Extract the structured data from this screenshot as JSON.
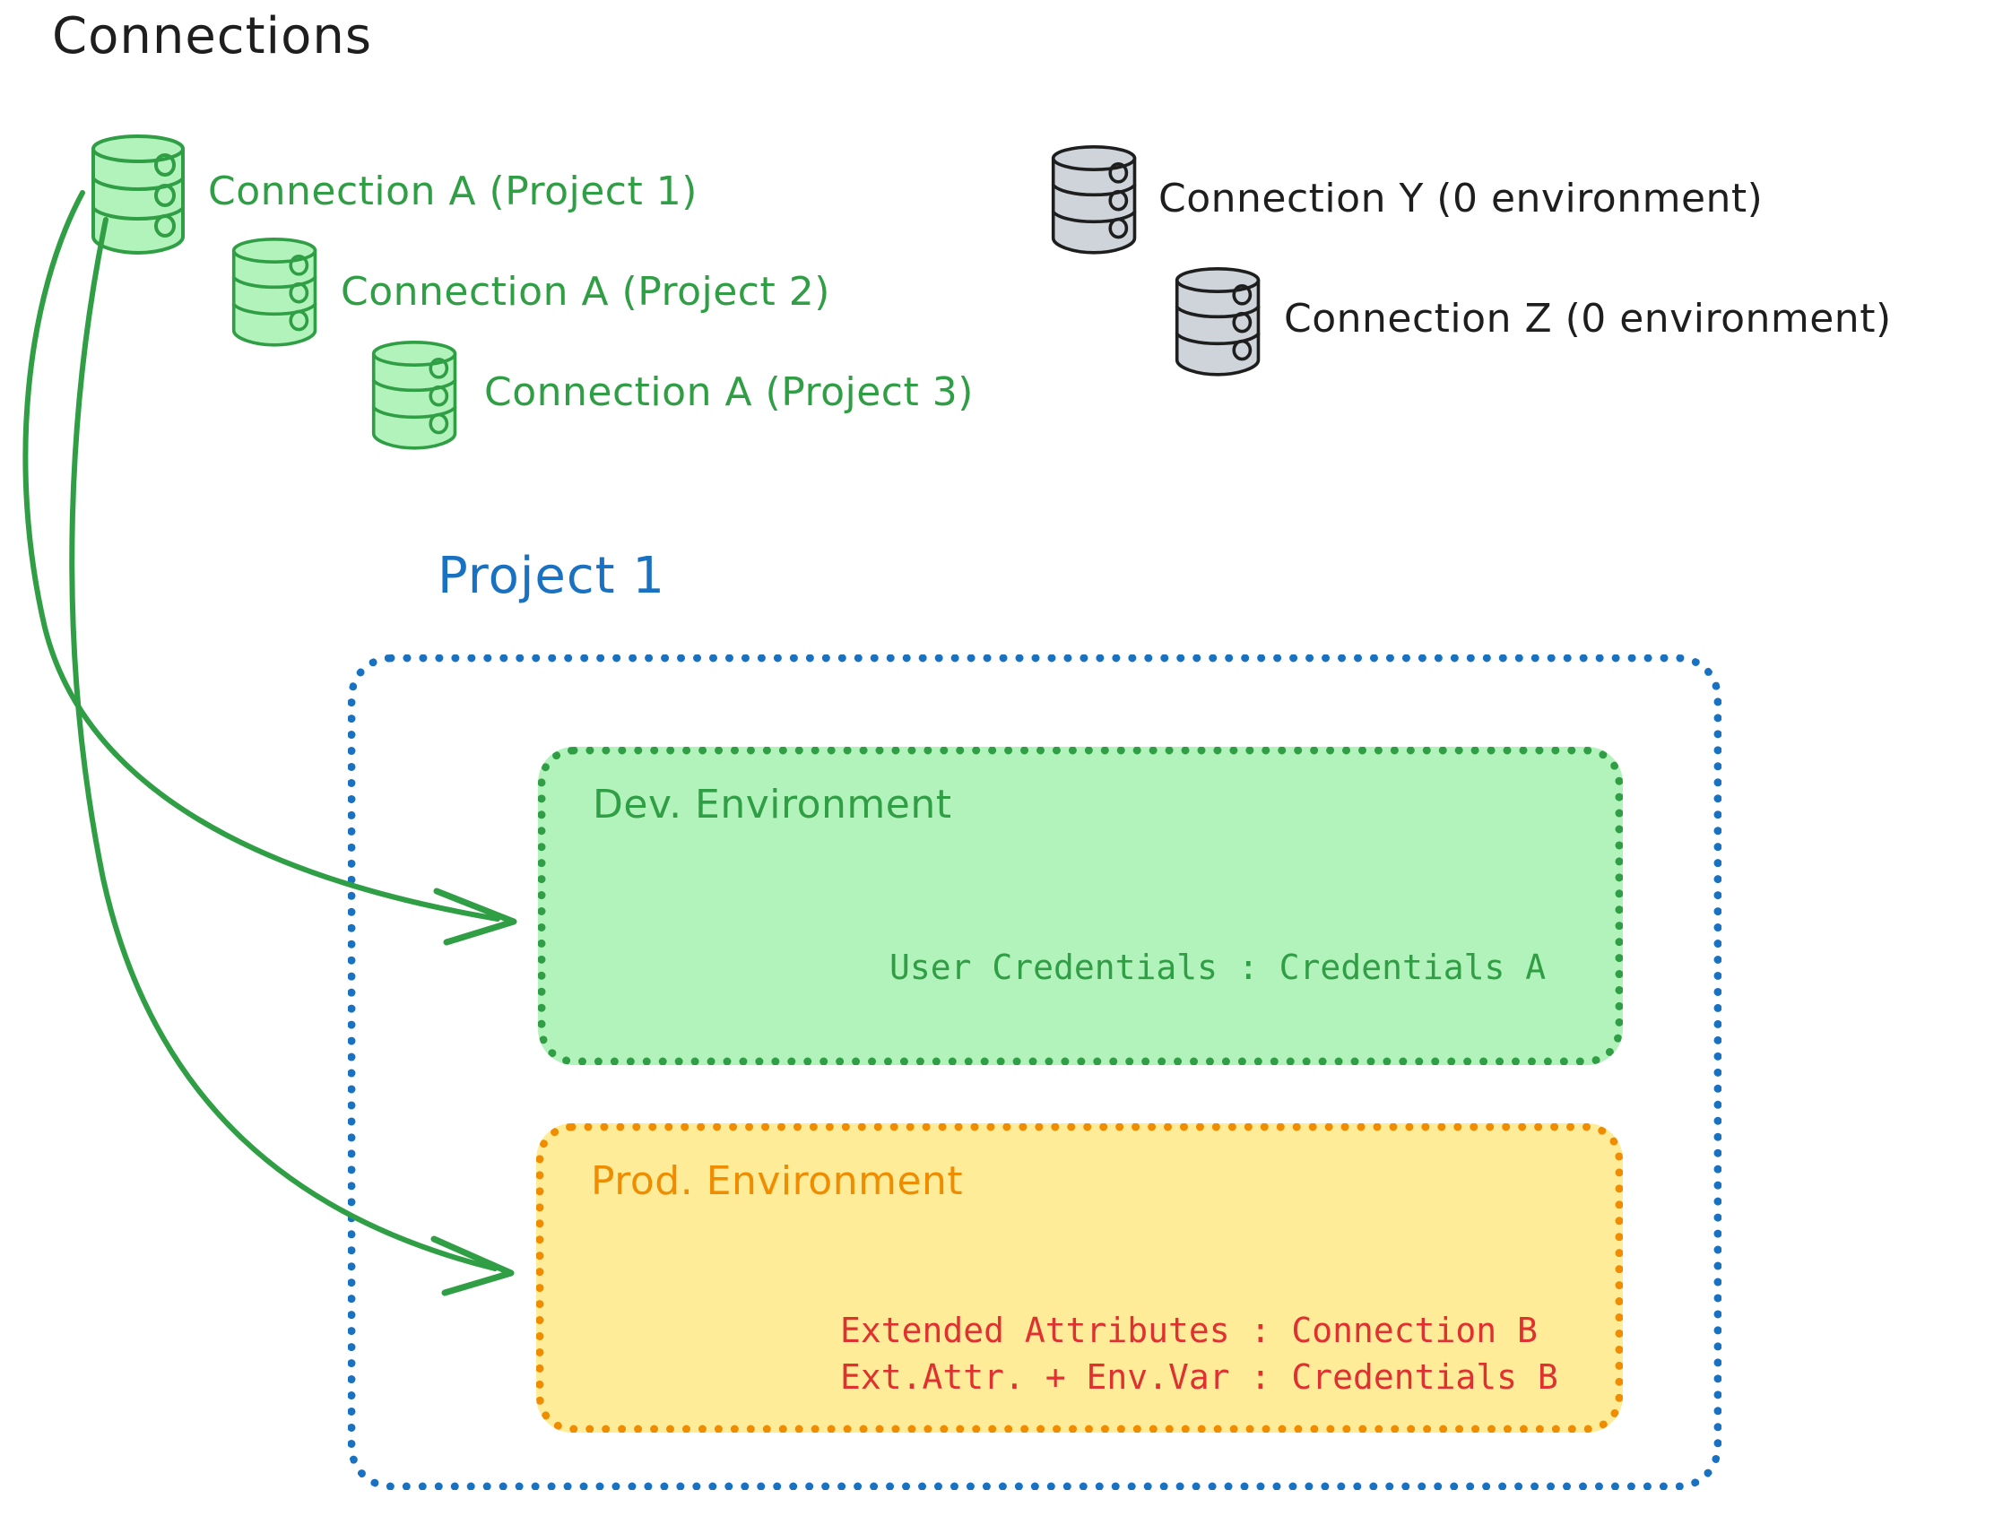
{
  "title": "Connections",
  "colors": {
    "green_stroke": "#2f9e44",
    "green_fill": "#b2f2bb",
    "gray_stroke": "#1e1e1e",
    "gray_fill": "#ced4da",
    "blue": "#1971c2",
    "orange_stroke": "#f08c00",
    "orange_fill": "#ffec99",
    "red": "#e03131",
    "black": "#1e1e1e"
  },
  "connections": [
    {
      "label": "Connection A (Project 1)",
      "color": "green",
      "icon": "database-icon"
    },
    {
      "label": "Connection A (Project 2)",
      "color": "green",
      "icon": "database-icon"
    },
    {
      "label": "Connection A (Project 3)",
      "color": "green",
      "icon": "database-icon"
    },
    {
      "label": "Connection Y (0 environment)",
      "color": "black",
      "icon": "database-icon"
    },
    {
      "label": "Connection Z (0 environment)",
      "color": "black",
      "icon": "database-icon"
    }
  ],
  "project": {
    "title": "Project 1",
    "environments": [
      {
        "name": "Dev. Environment",
        "color": "green",
        "lines": [
          "User Credentials : Credentials A"
        ]
      },
      {
        "name": "Prod. Environment",
        "color": "orange",
        "lines": [
          "Extended Attributes : Connection B",
          "Ext.Attr. + Env.Var : Credentials B"
        ]
      }
    ]
  },
  "arrows": [
    {
      "from": "Connection A (Project 1)",
      "to": "Dev. Environment"
    },
    {
      "from": "Connection A (Project 1)",
      "to": "Prod. Environment"
    }
  ]
}
